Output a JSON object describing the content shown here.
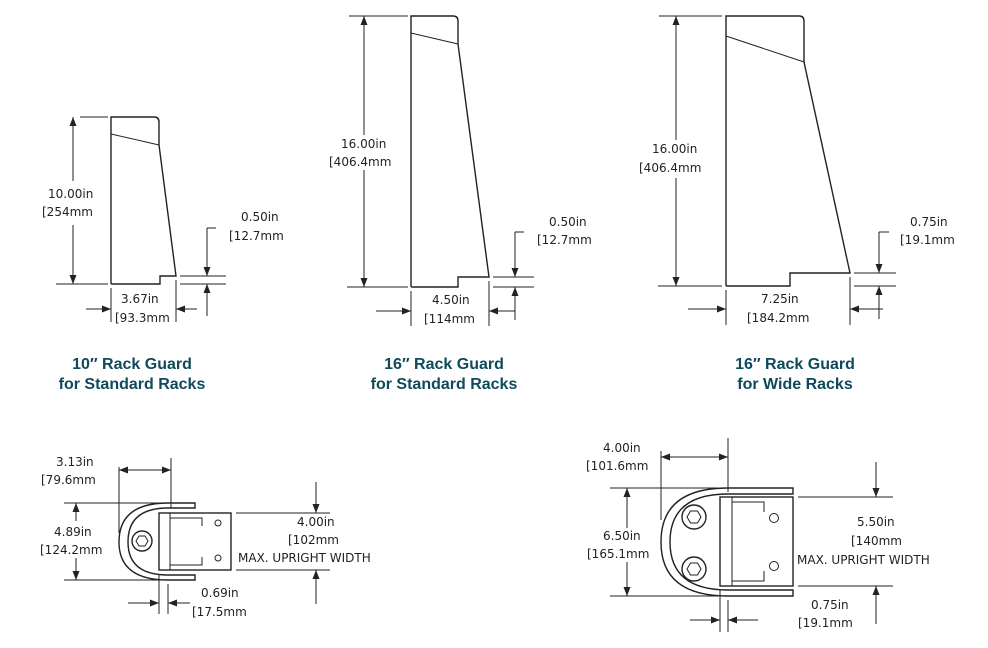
{
  "guards": [
    {
      "caption_line1": "10″ Rack Guard",
      "caption_line2": "for Standard Racks",
      "height_in": "10.00in",
      "height_mm": "[254mm",
      "base_in": "3.67in",
      "base_mm": "[93.3mm",
      "lip_in": "0.50in",
      "lip_mm": "[12.7mm"
    },
    {
      "caption_line1": "16″ Rack Guard",
      "caption_line2": "for Standard Racks",
      "height_in": "16.00in",
      "height_mm": "[406.4mm",
      "base_in": "4.50in",
      "base_mm": "[114mm",
      "lip_in": "0.50in",
      "lip_mm": "[12.7mm"
    },
    {
      "caption_line1": "16″ Rack Guard",
      "caption_line2": "for Wide Racks",
      "height_in": "16.00in",
      "height_mm": "[406.4mm",
      "base_in": "7.25in",
      "base_mm": "[184.2mm",
      "lip_in": "0.75in",
      "lip_mm": "[19.1mm"
    }
  ],
  "top_views": [
    {
      "depth_in": "3.13in",
      "depth_mm": "[79.6mm",
      "width_in": "4.89in",
      "width_mm": "[124.2mm",
      "upright_in": "4.00in",
      "upright_mm": "[102mm",
      "upright_label": "MAX. UPRIGHT WIDTH",
      "gap_in": "0.69in",
      "gap_mm": "[17.5mm"
    },
    {
      "depth_in": "4.00in",
      "depth_mm": "[101.6mm",
      "width_in": "6.50in",
      "width_mm": "[165.1mm",
      "upright_in": "5.50in",
      "upright_mm": "[140mm",
      "upright_label": "MAX. UPRIGHT WIDTH",
      "gap_in": "0.75in",
      "gap_mm": "[19.1mm"
    }
  ]
}
